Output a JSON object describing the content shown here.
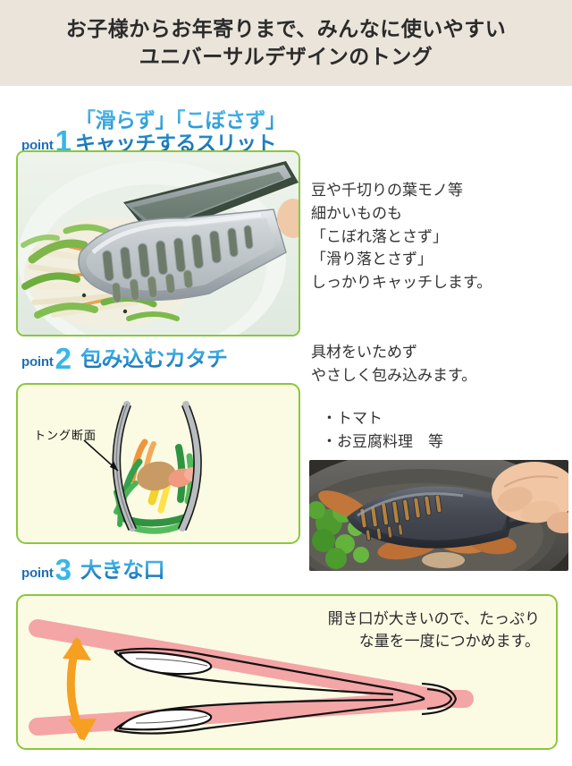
{
  "header": {
    "line1": "お子様からお年寄りまで、みんなに使いやすい",
    "line2": "ユニバーサルデザインのトング",
    "background_color": "#ebe4da"
  },
  "theme": {
    "accent_blue": "#1464a8",
    "accent_cyan": "#36b7e8",
    "panel_border_green": "#8cc63f",
    "panel_fill_cream": "#fbfbe4",
    "arrow_orange": "#f5a020",
    "band_pink": "#f4a5a5"
  },
  "points": [
    {
      "label": "point",
      "number": "1",
      "title_line1": "「滑らず」「こぼさず」",
      "title_line2": "キャッチするスリット",
      "description": [
        "豆や千切りの葉モノ等",
        "細かいものも",
        "「こぼれ落とさず」",
        "「滑り落とさず」",
        "しっかりキャッチします。"
      ],
      "photo_alt": "slit-tongs-holding-salad-photo"
    },
    {
      "label": "point",
      "number": "2",
      "title_line1": "包み込むカタチ",
      "description": [
        "具材をいためず",
        "やさしく包み込みます。"
      ],
      "bullets": [
        "・トマト",
        "・お豆腐料理　等"
      ],
      "diagram_label": "トング断面",
      "photo_alt": "black-tongs-sausages-frying-pan-photo"
    },
    {
      "label": "point",
      "number": "3",
      "title_line1": "大きな口",
      "caption_line1": "開き口が大きいので、たっぷり",
      "caption_line2": "な量を一度につかめます。"
    }
  ]
}
